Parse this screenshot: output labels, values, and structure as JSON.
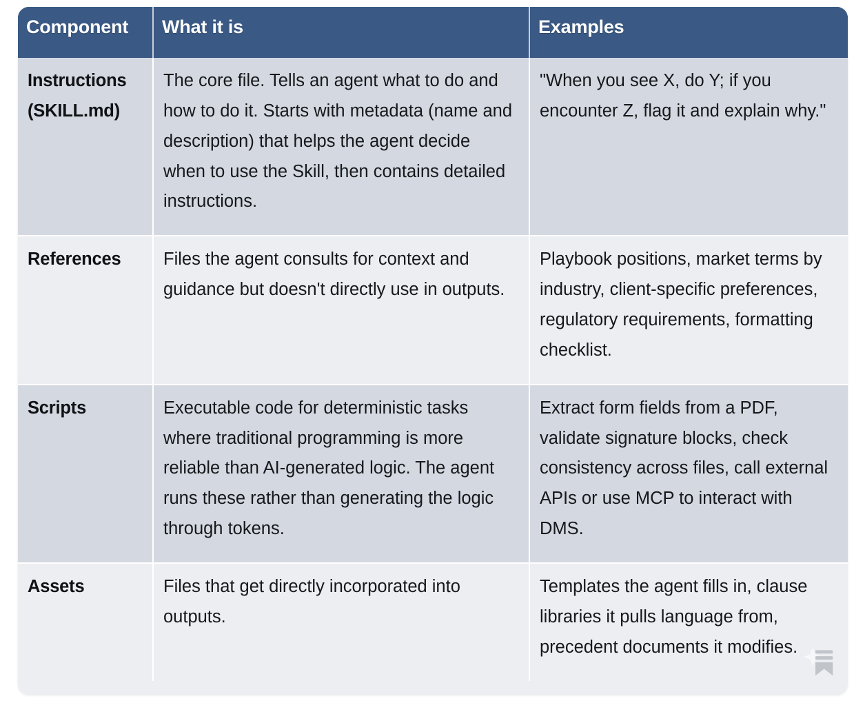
{
  "table": {
    "columns": [
      {
        "key": "component",
        "label": "Component"
      },
      {
        "key": "what_it_is",
        "label": "What it is"
      },
      {
        "key": "examples",
        "label": "Examples"
      }
    ],
    "rows": [
      {
        "component_line1": "Instructions",
        "component_line2": "(SKILL.md)",
        "what_it_is": "The core file. Tells an agent what to do and how to do it. Starts with metadata (name and description) that helps the agent decide when to use the Skill, then contains detailed instructions.",
        "examples": "\"When you see X, do Y; if you encounter Z, flag it and explain why.\""
      },
      {
        "component_line1": "References",
        "component_line2": "",
        "what_it_is": "Files the agent consults for context and guidance but doesn't directly use in outputs.",
        "examples": "Playbook positions, market terms by industry, client-specific preferences, regulatory requirements, formatting checklist."
      },
      {
        "component_line1": "Scripts",
        "component_line2": "",
        "what_it_is": "Executable code for deterministic tasks where traditional programming is more reliable than AI-generated logic. The agent runs these rather than generating the logic through tokens.",
        "examples": "Extract form fields from a PDF, validate signature blocks, check consistency across files, call external APIs or use MCP to interact with DMS."
      },
      {
        "component_line1": "Assets",
        "component_line2": "",
        "what_it_is": "Files that get directly incorporated into outputs.",
        "examples": "Templates the agent fills in, clause libraries it pulls language from, precedent documents it modifies."
      }
    ]
  },
  "watermark": {
    "icon": "bookmark-sparkle-watermark-icon"
  },
  "colors": {
    "header_background": "#3a5a85",
    "header_text": "#ffffff",
    "row_shaded_background": "#d4d9e1",
    "row_plain_background": "#eceef1",
    "cell_text": "#16181b",
    "divider": "#ffffff"
  }
}
